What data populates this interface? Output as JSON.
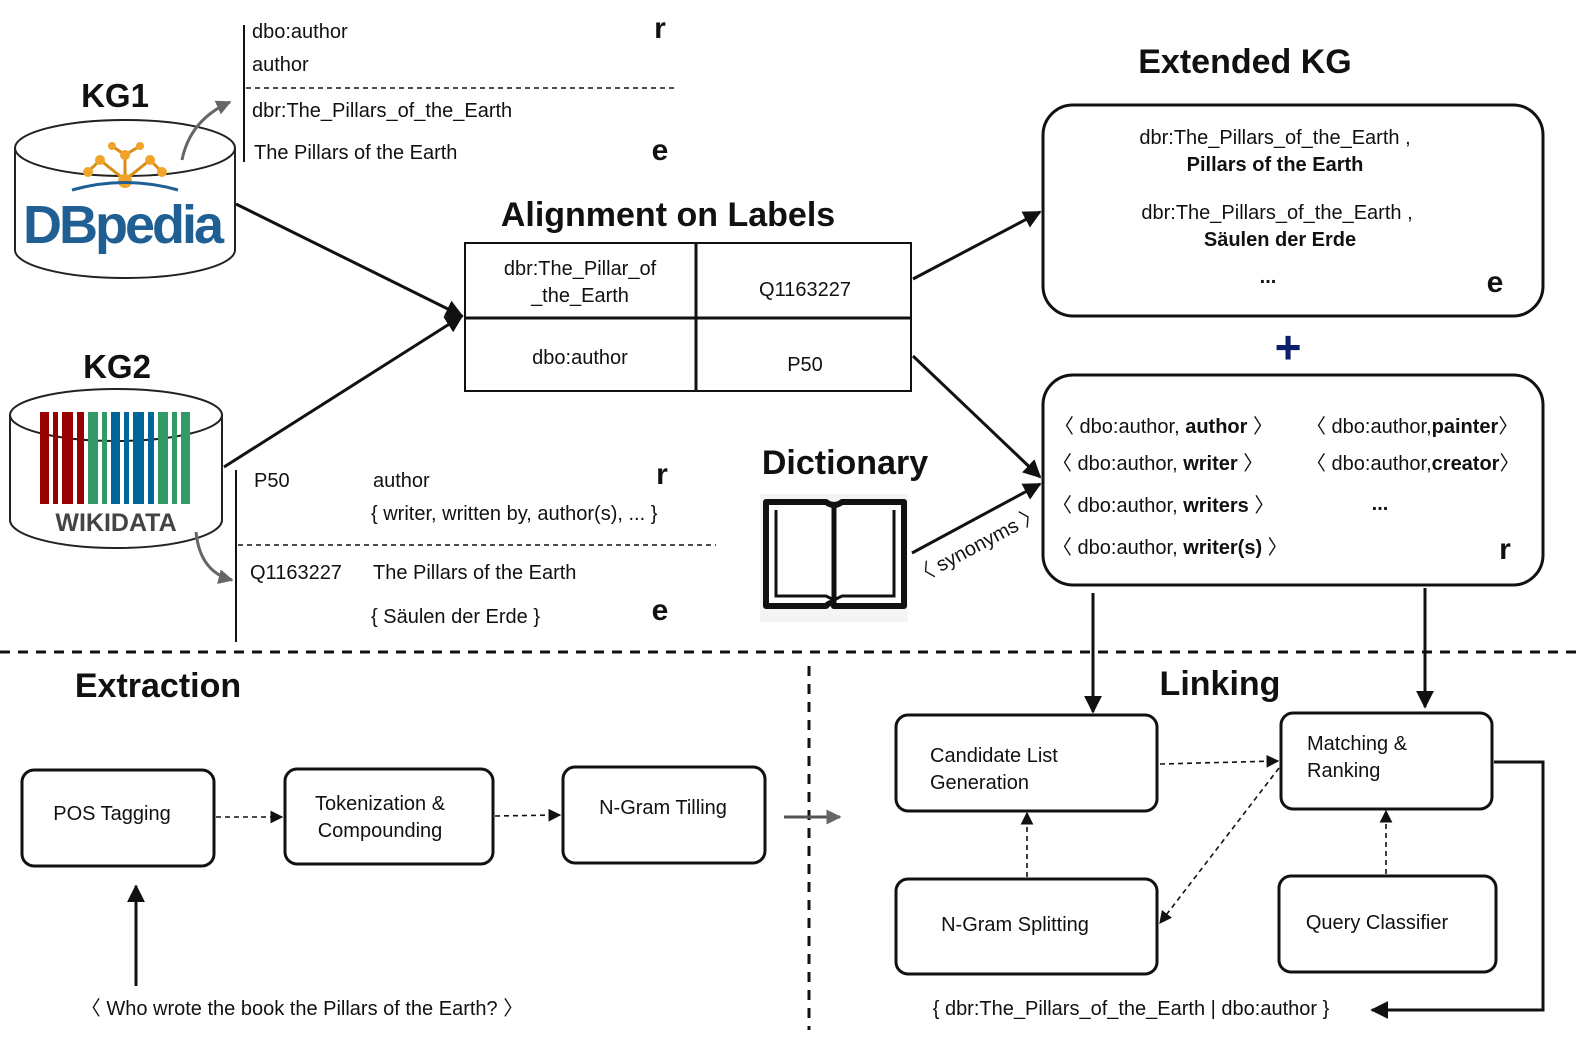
{
  "colors": {
    "dbpedia_blue": "#1f5f93",
    "dbpedia_orange": "#f0a42a",
    "wiki_red": "#990000",
    "wiki_green": "#339966",
    "wiki_blue": "#006699",
    "plus_navy": "#0b1f6b"
  },
  "icons": [
    "dbpedia-logo-icon",
    "wikidata-logo-icon",
    "open-book-icon"
  ],
  "kg1": {
    "title": "KG1",
    "logo_text": "DBpedia",
    "r_tag": "r",
    "e_tag": "e",
    "r_lines": [
      "dbo:author",
      "author"
    ],
    "e_lines": [
      "dbr:The_Pillars_of_the_Earth",
      "The Pillars of the Earth"
    ]
  },
  "kg2": {
    "title": "KG2",
    "logo_text": "WIKIDATA",
    "r_tag": "r",
    "e_tag": "e",
    "r_id": "P50",
    "r_label": "author",
    "r_aliases": "{ writer, written by, author(s), ... }",
    "e_id": "Q1163227",
    "e_label": "The Pillars of the Earth",
    "e_aliases": "{ Säulen der Erde }"
  },
  "alignment": {
    "title": "Alignment on Labels",
    "rows": [
      [
        "dbr:The_Pillar_of\n_the_Earth",
        "Q1163227"
      ],
      [
        "dbo:author",
        "P50"
      ]
    ]
  },
  "dictionary": {
    "title": "Dictionary",
    "edge_label": "〈 synonyms 〉"
  },
  "extended_kg": {
    "title": "Extended KG",
    "entity_pairs": [
      [
        "dbr:The_Pillars_of_the_Earth ,",
        "Pillars of the Earth"
      ],
      [
        "dbr:The_Pillars_of_the_Earth ,",
        "Säulen der Erde"
      ]
    ],
    "entity_more": "...",
    "e_tag": "e",
    "plus": "+",
    "relation_pairs": [
      {
        "prefix": "〈 dbo:author, ",
        "bold": "author",
        "suffix": " 〉"
      },
      {
        "prefix": "〈 dbo:author,",
        "bold": "painter",
        "suffix": "〉"
      },
      {
        "prefix": "〈  dbo:author, ",
        "bold": "writer",
        "suffix": "  〉"
      },
      {
        "prefix": "〈 dbo:author,",
        "bold": "creator",
        "suffix": "〉"
      },
      {
        "prefix": "〈 dbo:author, ",
        "bold": "writers",
        "suffix": " 〉"
      },
      {
        "prefix": "",
        "bold": "...",
        "suffix": ""
      },
      {
        "prefix": "〈 dbo:author, ",
        "bold": "writer(s)",
        "suffix": " 〉"
      }
    ],
    "r_tag": "r"
  },
  "extraction": {
    "title": "Extraction",
    "steps": [
      "POS Tagging",
      "Tokenization &\nCompounding",
      "N-Gram Tilling"
    ],
    "query": "〈 Who wrote the book the Pillars of the Earth? 〉"
  },
  "linking": {
    "title": "Linking",
    "candidate": "Candidate List\nGeneration",
    "matching": "Matching &\nRanking",
    "splitting": "N-Gram Splitting",
    "classifier": "Query Classifier",
    "result": "{ dbr:The_Pillars_of_the_Earth | dbo:author }"
  }
}
